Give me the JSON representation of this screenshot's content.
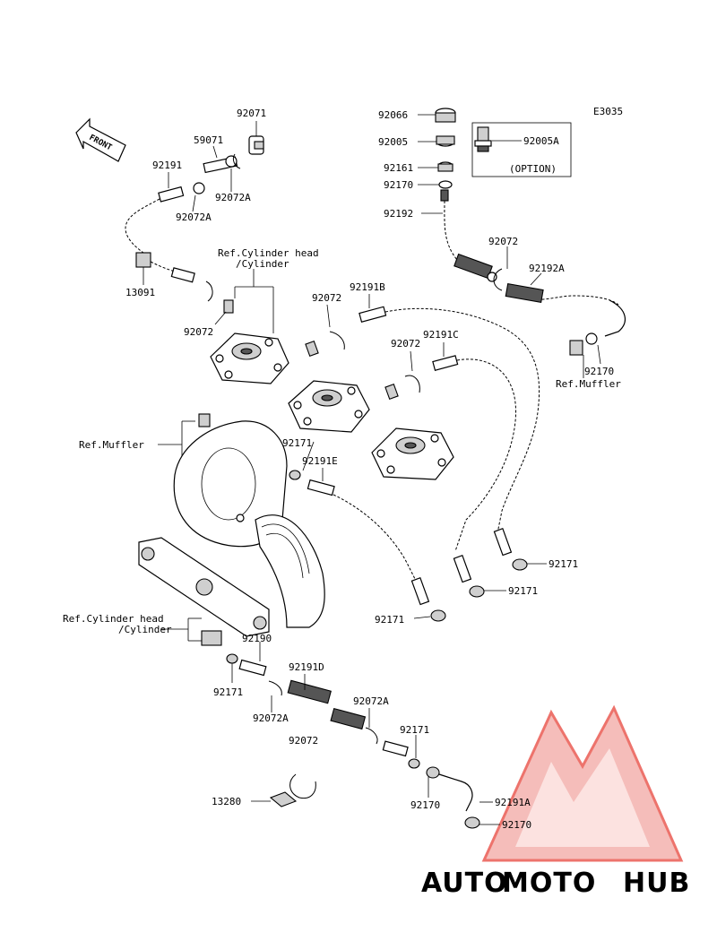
{
  "diagram": {
    "code": "E3035",
    "front_label": "FRONT",
    "option_label": "(OPTION)",
    "references": {
      "cyl_head_top_1": "Ref.Cylinder head",
      "cyl_head_top_2": "/Cylinder",
      "muffler_left": "Ref.Muffler",
      "muffler_right": "Ref.Muffler",
      "cyl_head_bottom_1": "Ref.Cylinder head",
      "cyl_head_bottom_2": "/Cylinder"
    },
    "part_numbers": {
      "p92071": "92071",
      "p59071": "59071",
      "p92191": "92191",
      "p92072a_1": "92072A",
      "p92072a_2": "92072A",
      "p13091": "13091",
      "p92072_1": "92072",
      "p92066": "92066",
      "p92005": "92005",
      "p92005a": "92005A",
      "p92161": "92161",
      "p92170_1": "92170",
      "p92192": "92192",
      "p92072_2": "92072",
      "p92192a": "92192A",
      "p92170_2": "92170",
      "p92072_3": "92072",
      "p92191b": "92191B",
      "p92072_4": "92072",
      "p92191c": "92191C",
      "p92171_1": "92171",
      "p92191e": "92191E",
      "p92171_2": "92171",
      "p92171_3": "92171",
      "p92171_4": "92171",
      "p92190": "92190",
      "p92171_5": "92171",
      "p92191d": "92191D",
      "p92072a_3": "92072A",
      "p92072a_4": "92072A",
      "p92072_5": "92072",
      "p92171_6": "92171",
      "p92170_3": "92170",
      "p92191a": "92191A",
      "p92170_4": "92170",
      "p13280": "13280"
    }
  },
  "watermark": {
    "part1": "AUTO",
    "part2": "MOTO",
    "part3": "HUB",
    "color1": "#f5a04a",
    "color2": "#e8453c",
    "color3": "#8a8a8a"
  }
}
